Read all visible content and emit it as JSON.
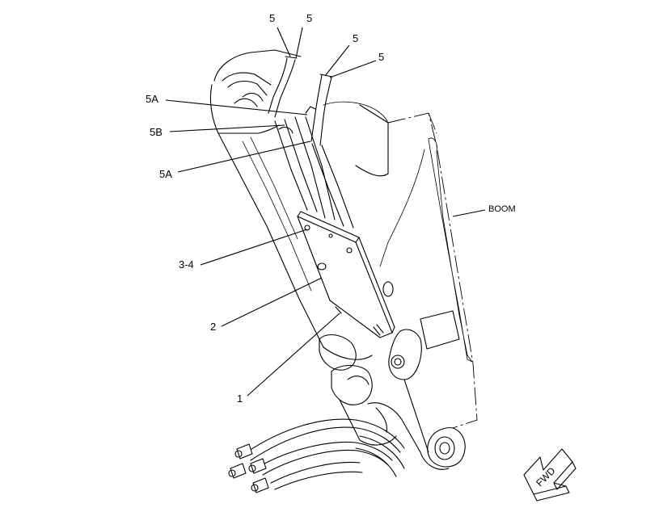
{
  "callouts": {
    "c5_a": "5",
    "c5_b": "5",
    "c5_c": "5",
    "c5_d": "5",
    "c5a_top": "5A",
    "c5b": "5B",
    "c5a_bottom": "5A",
    "c3_4": "3-4",
    "c2": "2",
    "c1": "1",
    "boom": "BOOM"
  },
  "direction_arrow": {
    "label": "FWD"
  }
}
